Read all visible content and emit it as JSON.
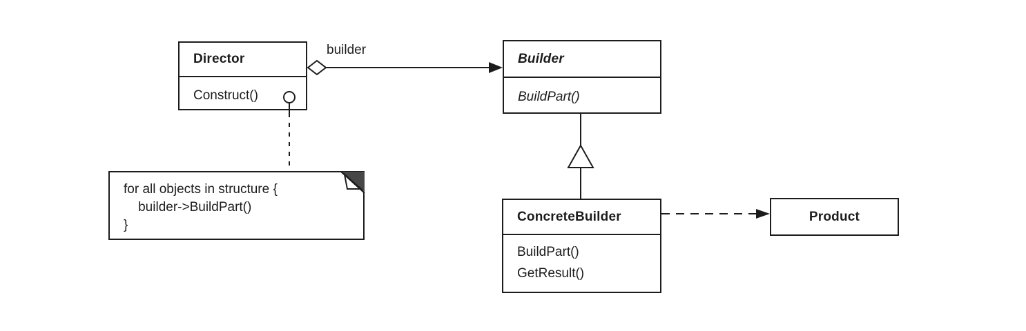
{
  "classes": {
    "director": {
      "name": "Director",
      "methods": [
        "Construct()"
      ]
    },
    "builder": {
      "name": "Builder",
      "methods": [
        "BuildPart()"
      ],
      "abstract": true
    },
    "concrete_builder": {
      "name": "ConcreteBuilder",
      "methods": [
        "BuildPart()",
        "GetResult()"
      ]
    },
    "product": {
      "name": "Product"
    }
  },
  "relations": {
    "aggregation": {
      "label": "builder",
      "from": "Director",
      "to": "Builder",
      "style": "open-diamond, solid arrow"
    },
    "inheritance": {
      "from": "ConcreteBuilder",
      "to": "Builder",
      "style": "hollow triangle"
    },
    "dependency": {
      "from": "ConcreteBuilder",
      "to": "Product",
      "style": "dashed arrow"
    }
  },
  "note": {
    "lines": [
      "for all objects in structure {",
      "    builder->BuildPart()",
      "}"
    ],
    "attached_to": "Director.Construct()"
  },
  "colors": {
    "ink": "#1c1c1c",
    "paper": "#ffffff",
    "dogear_fill": "#474747"
  }
}
